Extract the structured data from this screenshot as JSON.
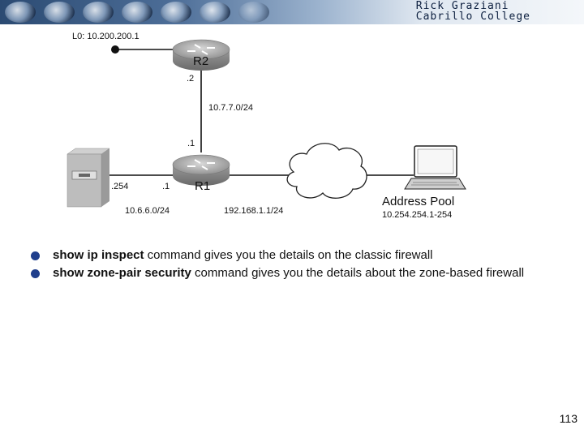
{
  "header": {
    "author_line1": "Rick Graziani",
    "author_line2": "Cabrillo College"
  },
  "diagram": {
    "r2": {
      "name": "R2",
      "loopback": "L0: 10.200.200.1",
      "port": ".2"
    },
    "link_r1_r2": {
      "subnet": "10.7.7.0/24"
    },
    "r1": {
      "name": "R1",
      "port_top": ".1",
      "port_left": ".1",
      "address": "192.168.1.1/24"
    },
    "server": {
      "port": ".254",
      "subnet": "10.6.6.0/24"
    },
    "client": {
      "title": "Address Pool",
      "range": "10.254.254.1-254"
    }
  },
  "bullets": [
    {
      "command": "show ip inspect",
      "text": " command gives you the details on the classic firewall"
    },
    {
      "command": "show zone-pair security",
      "text": " command gives you the details about the zone-based firewall"
    }
  ],
  "page_number": "113",
  "colors": {
    "bullet": "#1f3e8c",
    "router": "#8c8c8c"
  }
}
